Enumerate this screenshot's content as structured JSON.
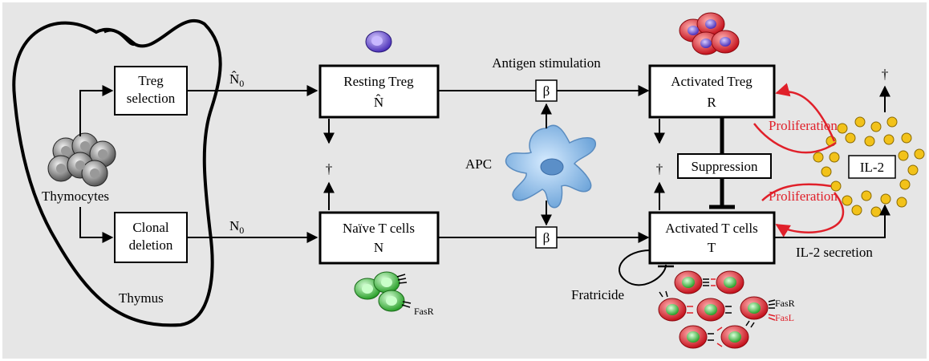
{
  "colors": {
    "background": "#e6e6e6",
    "highlight_red": "#e0202a",
    "treg_cell": "#7a5ad8",
    "naive_cell": "#4fc84f",
    "activated_cell": "#e8202a",
    "thymocyte": "#8a8a8a",
    "apc": "#7fb2e0",
    "il2_dot": "#f2c21a"
  },
  "labels": {
    "thymocytes": "Thymocytes",
    "thymus": "Thymus",
    "treg_selection_line1": "Treg",
    "treg_selection_line2": "selection",
    "clonal_deletion_line1": "Clonal",
    "clonal_deletion_line2": "deletion",
    "n_hat_0": "N̂",
    "n_0": "N",
    "sub_0": "0",
    "resting_treg": "Resting Treg",
    "resting_treg_sym": "N̂",
    "naive_t": "Naïve T cells",
    "naive_t_sym": "N",
    "dagger": "†",
    "antigen_stimulation": "Antigen stimulation",
    "beta": "β",
    "apc": "APC",
    "activated_treg": "Activated Treg",
    "activated_treg_sym": "R",
    "activated_t": "Activated T cells",
    "activated_t_sym": "T",
    "suppression": "Suppression",
    "proliferation": "Proliferation",
    "il2": "IL-2",
    "il2_secretion": "IL-2 secretion",
    "fratricide": "Fratricide",
    "fasr": "FasR",
    "fasl": "FasL"
  }
}
